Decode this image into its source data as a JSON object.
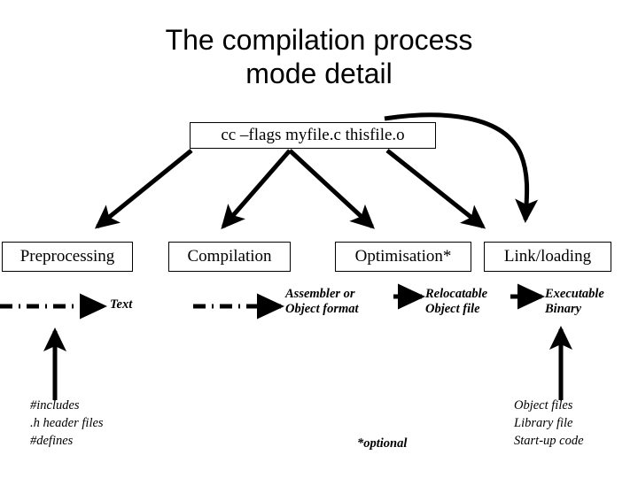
{
  "slide": {
    "title": "The compilation process\nmode detail",
    "background_color": "#ffffff",
    "ink_color": "#000000"
  },
  "command": {
    "text": "cc –flags myfile.c thisfile.o"
  },
  "stages": [
    {
      "label": "Preprocessing"
    },
    {
      "label": "Compilation"
    },
    {
      "label": "Optimisation*"
    },
    {
      "label": "Link/loading"
    }
  ],
  "artifacts": [
    {
      "label": "Text"
    },
    {
      "label": "Assembler or\nObject format"
    },
    {
      "label": "Relocatable\nObject file"
    },
    {
      "label": "Executable\nBinary"
    }
  ],
  "notes": {
    "includes": "#includes\n.h header files\n#defines",
    "objects": "Object files\nLibrary file\nStart-up code",
    "optional": "*optional"
  },
  "icons": {
    "arrow_solid": "solid-arrow-icon",
    "arrow_dashdot": "dash-dot-arrow-icon",
    "arrow_curved": "curved-arrow-icon",
    "arrow_up": "up-arrow-icon"
  }
}
